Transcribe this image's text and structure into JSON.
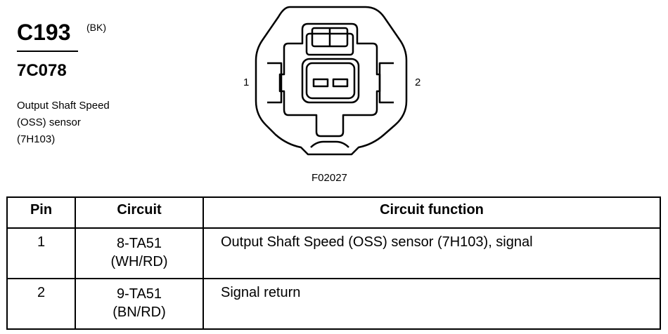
{
  "connector": {
    "id": "C193",
    "color_code": "(BK)",
    "part_number": "7C078",
    "description_lines": [
      "Output Shaft Speed",
      "(OSS) sensor",
      "(7H103)"
    ]
  },
  "diagram": {
    "pin_labels": [
      "1",
      "2"
    ],
    "figure_id": "F02027"
  },
  "table": {
    "headers": {
      "pin": "Pin",
      "circuit": "Circuit",
      "function": "Circuit function"
    },
    "rows": [
      {
        "pin": "1",
        "circuit": "8-TA51",
        "wire_color": "(WH/RD)",
        "function": "Output Shaft Speed (OSS) sensor (7H103), signal"
      },
      {
        "pin": "2",
        "circuit": "9-TA51",
        "wire_color": "(BN/RD)",
        "function": "Signal return"
      }
    ]
  }
}
